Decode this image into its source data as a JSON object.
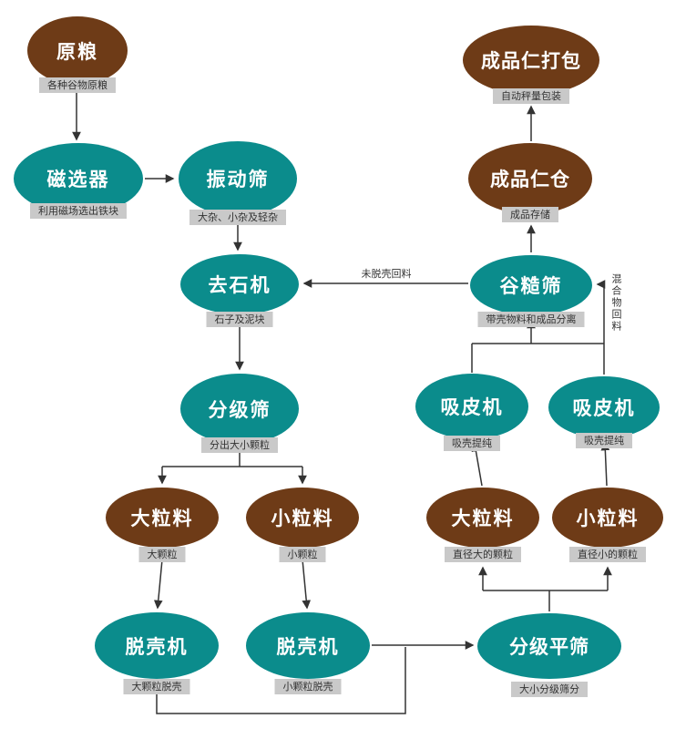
{
  "diagram": {
    "type": "flowchart",
    "background": "#ffffff",
    "colors": {
      "brown_node": "#6e3b17",
      "teal_node": "#0b8c8c",
      "node_text": "#ffffff",
      "sublabel_bg": "#c9c9c9",
      "sublabel_text": "#333333",
      "line": "#333333"
    },
    "nodes": [
      {
        "id": "raw-grain",
        "label": "原粮",
        "sub": "各种谷物原粮",
        "type": "brown"
      },
      {
        "id": "magnetic-separator",
        "label": "磁选器",
        "sub": "利用磁场选出铁块",
        "type": "teal"
      },
      {
        "id": "vibrating-screen",
        "label": "振动筛",
        "sub": "大杂、小杂及轻杂",
        "type": "teal"
      },
      {
        "id": "destoner",
        "label": "去石机",
        "sub": "石子及泥块",
        "type": "teal"
      },
      {
        "id": "grading-screen",
        "label": "分级筛",
        "sub": "分出大小颗粒",
        "type": "teal"
      },
      {
        "id": "large-particles-pre",
        "label": "大粒料",
        "sub": "大颗粒",
        "type": "brown"
      },
      {
        "id": "small-particles-pre",
        "label": "小粒料",
        "sub": "小颗粒",
        "type": "brown"
      },
      {
        "id": "husker-large",
        "label": "脱壳机",
        "sub": "大颗粒脱壳",
        "type": "teal"
      },
      {
        "id": "husker-small",
        "label": "脱壳机",
        "sub": "小颗粒脱壳",
        "type": "teal"
      },
      {
        "id": "grading-flat-screen",
        "label": "分级平筛",
        "sub": "大小分级筛分",
        "type": "teal"
      },
      {
        "id": "large-particles-post",
        "label": "大粒料",
        "sub": "直径大的颗粒",
        "type": "brown"
      },
      {
        "id": "small-particles-post",
        "label": "小粒料",
        "sub": "直径小的颗粒",
        "type": "brown"
      },
      {
        "id": "aspirator-large",
        "label": "吸皮机",
        "sub": "吸壳提纯",
        "type": "teal"
      },
      {
        "id": "aspirator-small",
        "label": "吸皮机",
        "sub": "吸壳提纯",
        "type": "teal"
      },
      {
        "id": "paddy-separator",
        "label": "谷糙筛",
        "sub": "带壳物料和成品分离",
        "type": "teal"
      },
      {
        "id": "product-kernel-bin",
        "label": "成品仁仓",
        "sub": "成品存储",
        "type": "brown"
      },
      {
        "id": "product-kernel-packing",
        "label": "成品仁打包",
        "sub": "自动秤量包装",
        "type": "brown"
      }
    ],
    "edge_labels": [
      {
        "id": "unhusked-return",
        "text": "未脱壳回料"
      },
      {
        "id": "mixture-return",
        "text": "混合物回料"
      }
    ]
  }
}
